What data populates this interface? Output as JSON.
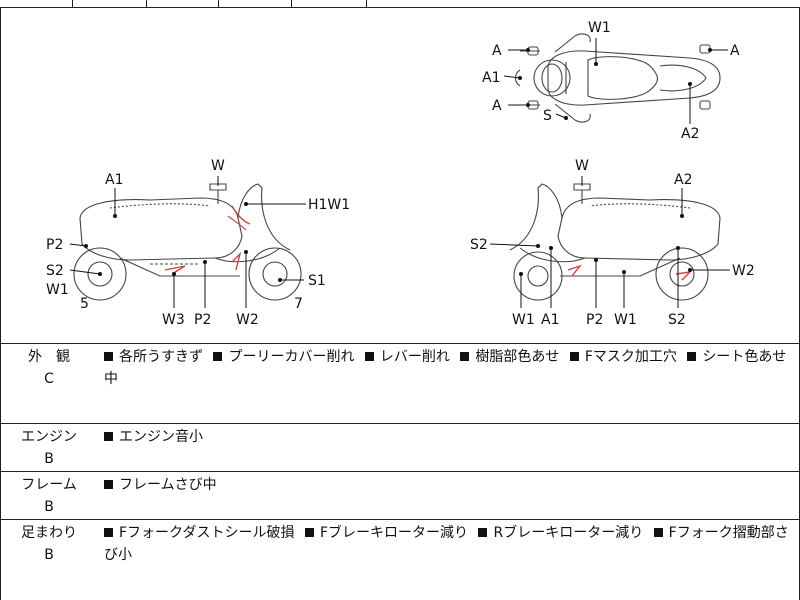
{
  "diagram": {
    "top_view": {
      "labels": [
        "W1",
        "A",
        "A1",
        "A",
        "S",
        "A",
        "A2"
      ]
    },
    "left_view": {
      "labels": [
        "A1",
        "W",
        "H1W1",
        "P2",
        "S2",
        "W1",
        "5",
        "W3",
        "P2",
        "W2",
        "S1",
        "7"
      ]
    },
    "right_view": {
      "labels": [
        "W",
        "A2",
        "S2",
        "W2",
        "W1",
        "A1",
        "P2",
        "W1",
        "S2"
      ]
    }
  },
  "sections": [
    {
      "category": "外　観",
      "grade": "C",
      "items": [
        "各所うすきず",
        "プーリーカバー削れ",
        "レバー削れ",
        "樹脂部色あせ",
        "Fマスク加工穴",
        "シート色あせ中"
      ]
    },
    {
      "category": "エンジン",
      "grade": "B",
      "items": [
        "エンジン音小"
      ]
    },
    {
      "category": "フレーム",
      "grade": "B",
      "items": [
        "フレームさび中"
      ]
    },
    {
      "category": "足まわり",
      "grade": "B",
      "items": [
        "Fフォークダストシール破損",
        "Fブレーキローター減り",
        "Rブレーキローター減り",
        "Fフォーク摺動部さび小"
      ]
    }
  ]
}
